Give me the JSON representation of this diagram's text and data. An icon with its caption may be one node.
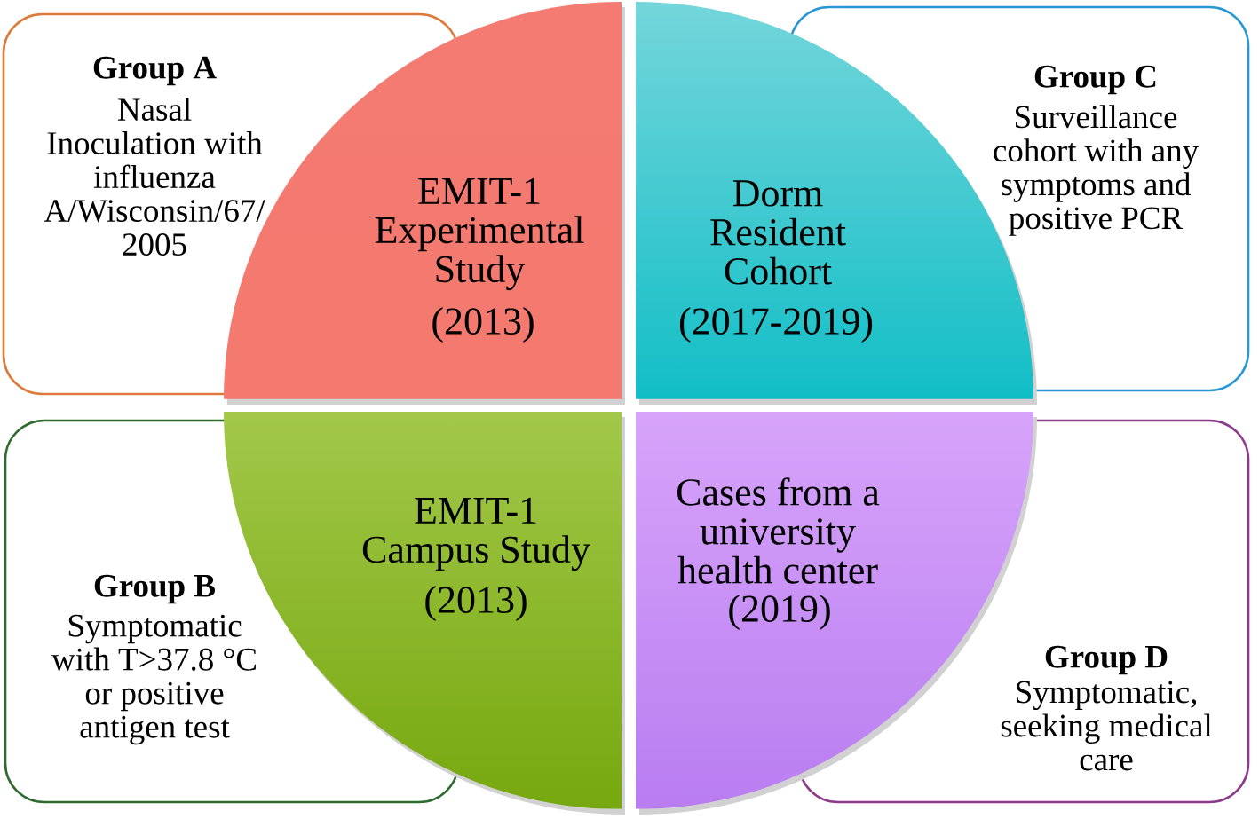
{
  "diagram": {
    "nodes": [
      {
        "text": [
          "Group A",
          "Nasal Inoculation with influenza A/Wisconsin/67/ 2005"
        ]
      },
      {
        "text": [
          "EMIT-1 Experimental Study",
          "(2013)"
        ]
      },
      {
        "text": [
          "Dorm Resident Cohort",
          "(2017-2019)"
        ]
      },
      {
        "text": [
          "Group C",
          "Surveillance cohort with any symptoms and positive PCR"
        ]
      },
      {
        "text": [
          "Group B",
          "Symptomatic with T>37.8 °C or positive antigen test"
        ]
      },
      {
        "text": [
          "EMIT-1 Campus Study",
          "(2013)"
        ]
      },
      {
        "text": [
          "Cases from a university health center",
          "(2019)"
        ]
      },
      {
        "text": [
          "Group D",
          "Symptomatic, seeking medical care"
        ]
      }
    ]
  }
}
